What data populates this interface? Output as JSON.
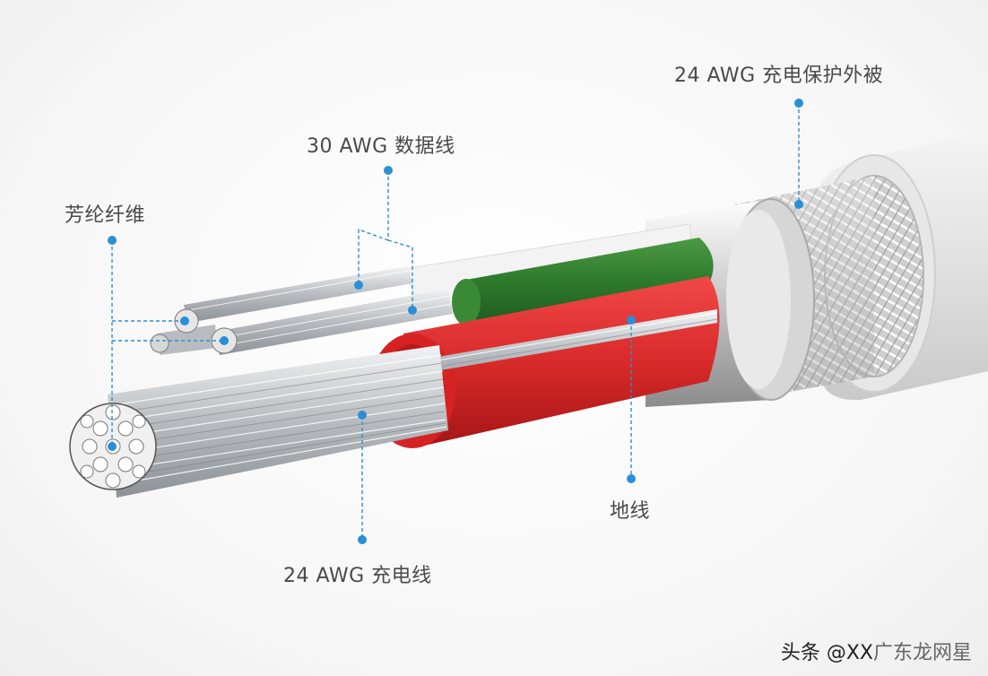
{
  "labels": {
    "jacket": "24 AWG 充电保护外被",
    "data_wire": "30 AWG 数据线",
    "aramid": "芳纶纤维",
    "ground": "地线",
    "charge_wire": "24 AWG 充电线"
  },
  "watermark": {
    "text": "头条 @XX",
    "overlay": "广东龙网星"
  },
  "colors": {
    "callout": "#2a8fd6",
    "green_insulation": "#3f8a3b",
    "red_insulation": "#d92a2a",
    "jacket": "#e8e8e8",
    "conductor": "#c8cbcf"
  }
}
